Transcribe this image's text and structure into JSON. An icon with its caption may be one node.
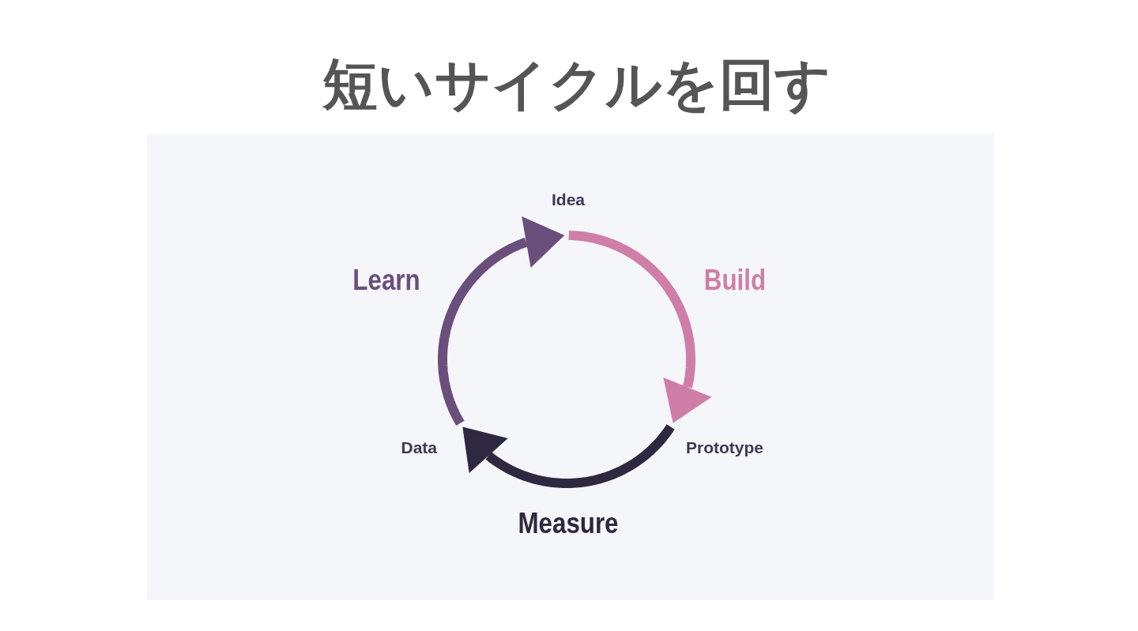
{
  "diagram": {
    "title": "短いサイクルを回す",
    "nodes": [
      {
        "text": [
          "Idea"
        ]
      },
      {
        "text": [
          "Data"
        ]
      },
      {
        "text": [
          "Prototype"
        ]
      }
    ],
    "edges": [
      {
        "from": 0,
        "to": 2,
        "arrow": "to",
        "label": "Build",
        "color": "#cf7fa7"
      },
      {
        "from": 2,
        "to": 1,
        "arrow": "to",
        "label": "Measure",
        "color": "#2e2840"
      },
      {
        "from": 1,
        "to": 0,
        "arrow": "to",
        "label": "Learn",
        "color": "#6a4f7d"
      }
    ]
  }
}
